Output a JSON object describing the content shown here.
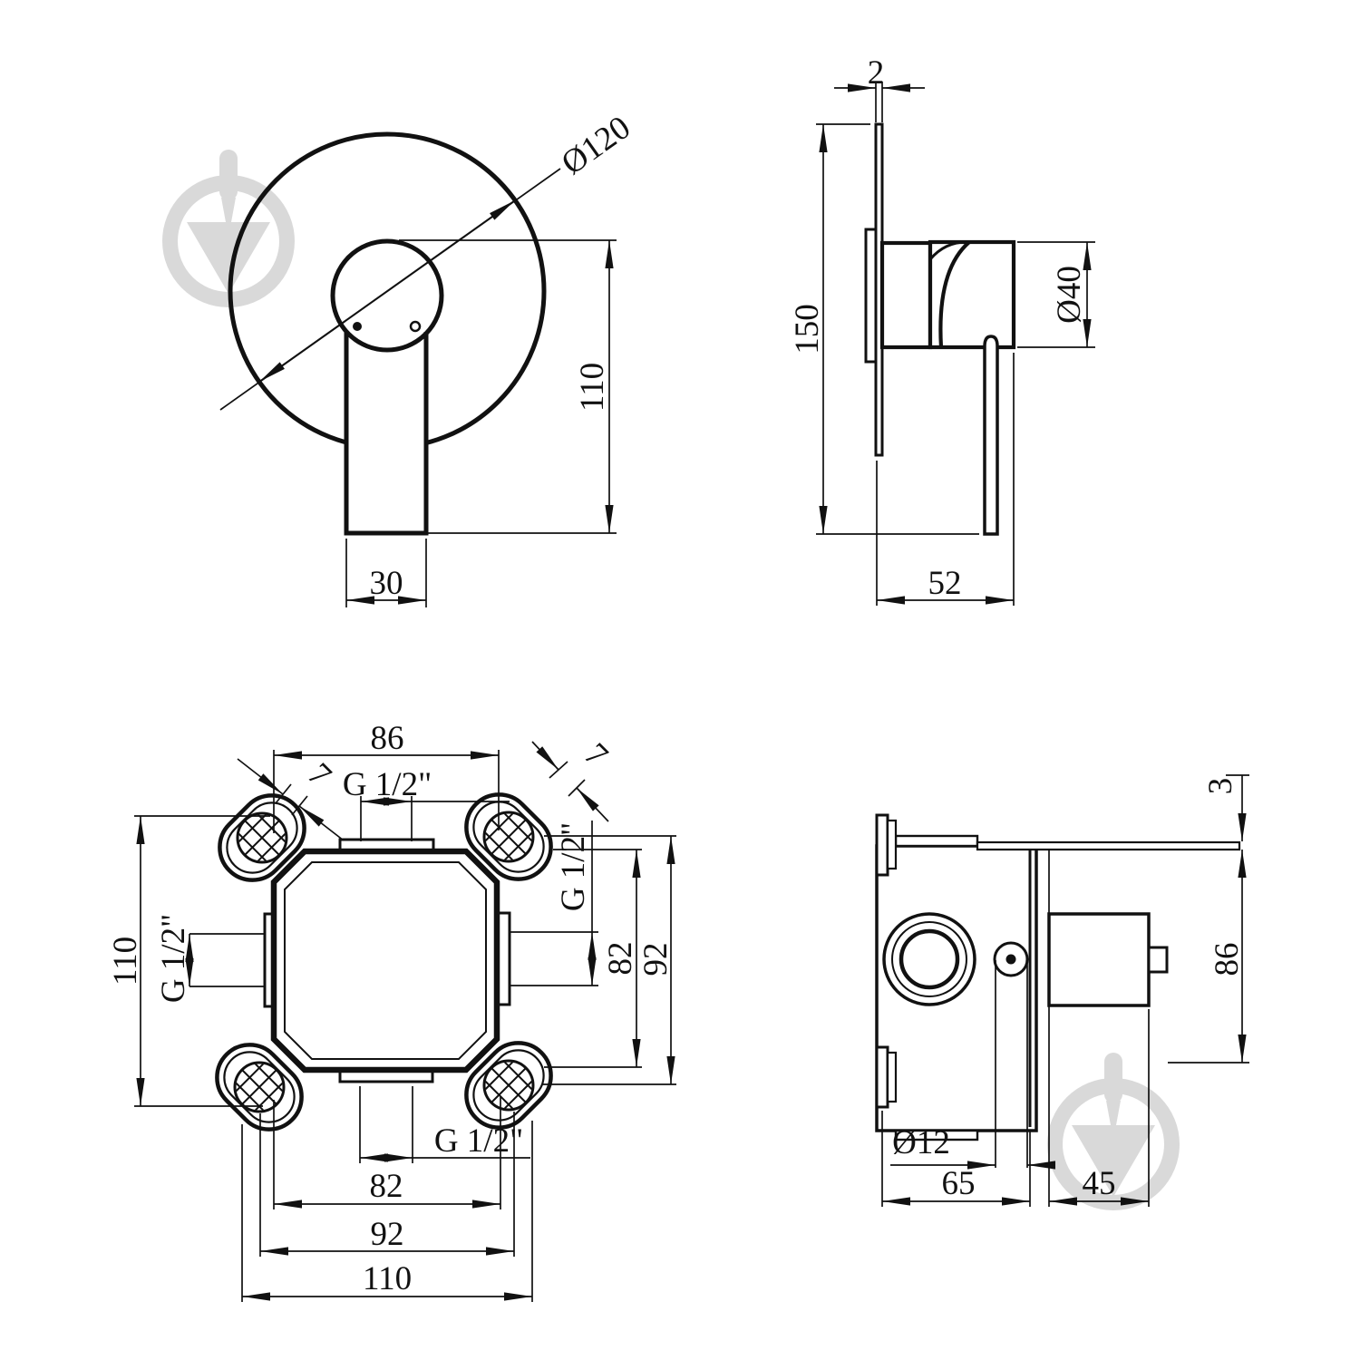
{
  "meta": {
    "background": "#ffffff",
    "line_color": "#111111",
    "watermark_color": "#d9d9d9",
    "watermark_icon": "trowel-in-circle"
  },
  "views": {
    "front_trim": {
      "title": "trim front view",
      "dims": {
        "diameter": "Ø120",
        "height": "110",
        "spout_width": "30"
      }
    },
    "side_trim": {
      "title": "trim side view",
      "dims": {
        "plate_thickness": "2",
        "plate_height": "150",
        "body_diameter": "Ø40",
        "depth": "52"
      }
    },
    "box_front": {
      "title": "mounting box front view",
      "dims": {
        "width_top": "86",
        "thread_top": "G 1/2\"",
        "chamfer_left": "7",
        "chamfer_right": "7",
        "height_left": "110",
        "thread_left": "G 1/2\"",
        "thread_right": "G 1/2\"",
        "height_inner": "82",
        "height_outer": "92",
        "thread_bottom": "G 1/2\"",
        "width_inner": "82",
        "width_mid": "92",
        "width_bottom": "110"
      }
    },
    "box_side": {
      "title": "mounting box side view",
      "dims": {
        "plate_thickness": "3",
        "height": "86",
        "hole_diameter": "Ø12",
        "depth_box": "65",
        "depth_cartridge": "45"
      }
    }
  }
}
